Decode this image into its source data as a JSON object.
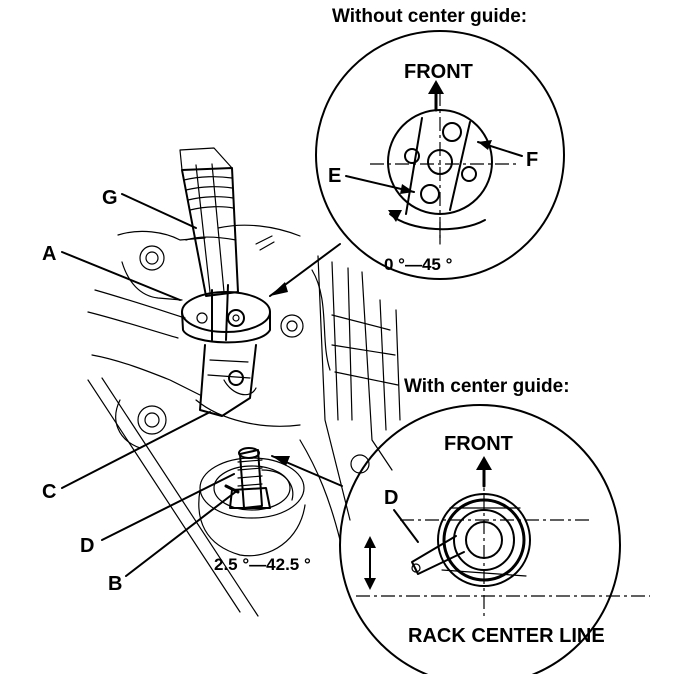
{
  "inset_top": {
    "heading": "Without center guide:",
    "front_label": "FRONT",
    "angle_label": "0 °—45 °",
    "labels": {
      "e": "E",
      "f": "F"
    }
  },
  "inset_bottom": {
    "heading": "With center guide:",
    "front_label": "FRONT",
    "angle_label": "2.5 °—42.5 °",
    "label_d": "D",
    "rack_label": "RACK CENTER LINE"
  },
  "main_labels": {
    "a": "A",
    "b": "B",
    "c": "C",
    "d": "D",
    "g": "G"
  }
}
